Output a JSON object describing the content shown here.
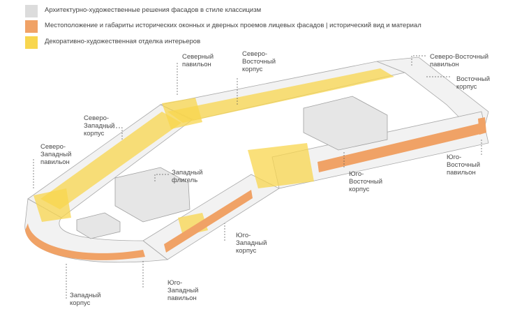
{
  "colors": {
    "classicism": "#dcdcdc",
    "historic_openings": "#f0a266",
    "interior_decor": "#f8d64e",
    "outline": "#a8a8a8",
    "leader": "#555555"
  },
  "legend": [
    {
      "label": "Архитектурно-художественные решения фасадов в стиле классицизм",
      "color": "#dcdcdc"
    },
    {
      "label": "Местоположение и габариты исторических оконных и дверных проемов лицевых фасадов  |  исторический вид и материал",
      "color": "#f0a266"
    },
    {
      "label": "Декоративно-художественная отделка интерьеров",
      "color": "#f8d64e"
    }
  ],
  "labels": {
    "north_pavilion": "Северный\nпавильон",
    "northeast_corps": "Северо-\nВосточный\nкорпус",
    "northeast_pavilion": "Северо-Восточный\nпавильон",
    "east_corps": "Восточный\nкорпус",
    "northwest_corps": "Северо-\nЗападный\nкорпус",
    "northwest_pavilion": "Северо-\nЗападный\nпавильон",
    "west_wing": "Западный\nфлигель",
    "southeast_corps": "Юго-\nВосточный\nкорпус",
    "southeast_pavilion": "Юго-\nВосточный\nпавильон",
    "southwest_corps": "Юго-\nЗападный\nкорпус",
    "west_corps": "Западный\nкорпус",
    "southwest_pavilion": "Юго-\nЗападный\nпавильон"
  }
}
